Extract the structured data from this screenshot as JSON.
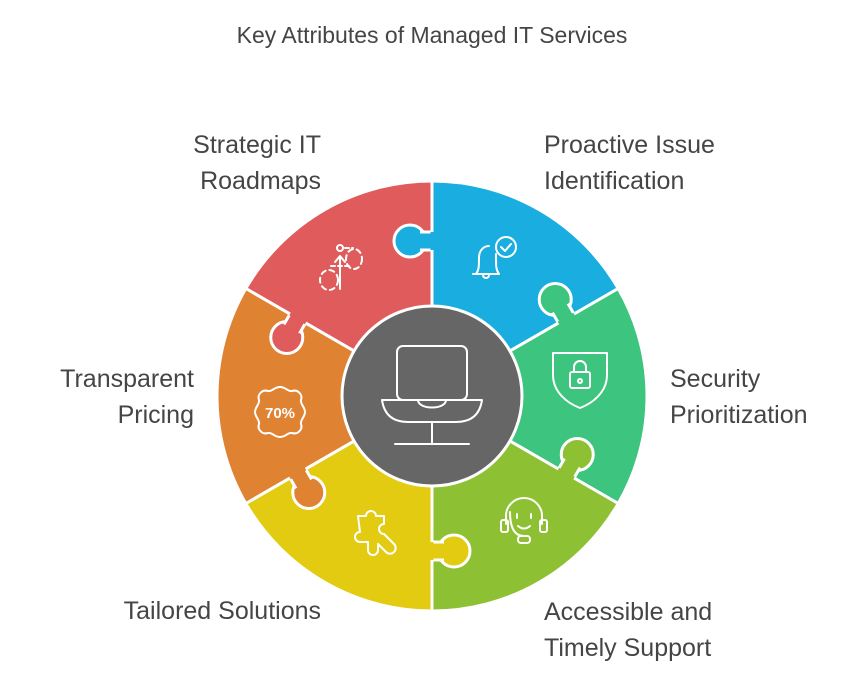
{
  "title": "Key Attributes of Managed IT Services",
  "segments": [
    {
      "id": "strategic-it-roadmaps",
      "lines": [
        "Strategic IT",
        "Roadmaps"
      ],
      "color": "#E05C5C",
      "icon": "dashed-path-arrow-icon"
    },
    {
      "id": "proactive-issue-identification",
      "lines": [
        "Proactive Issue",
        "Identification"
      ],
      "color": "#1AAEE0",
      "icon": "bell-check-icon"
    },
    {
      "id": "security-prioritization",
      "lines": [
        "Security",
        "Prioritization"
      ],
      "color": "#3DC47E",
      "icon": "shield-lock-icon"
    },
    {
      "id": "accessible-timely-support",
      "lines": [
        "Accessible and",
        "Timely Support"
      ],
      "color": "#8EC033",
      "icon": "headset-icon"
    },
    {
      "id": "tailored-solutions",
      "lines": [
        "Tailored Solutions"
      ],
      "color": "#E3CB12",
      "icon": "puzzle-piece-icon"
    },
    {
      "id": "transparent-pricing",
      "lines": [
        "Transparent",
        "Pricing"
      ],
      "color": "#DF8232",
      "icon": "discount-badge-icon",
      "icon_text": "70%"
    }
  ],
  "center": {
    "color": "#666666",
    "icon": "laptop-icon"
  }
}
